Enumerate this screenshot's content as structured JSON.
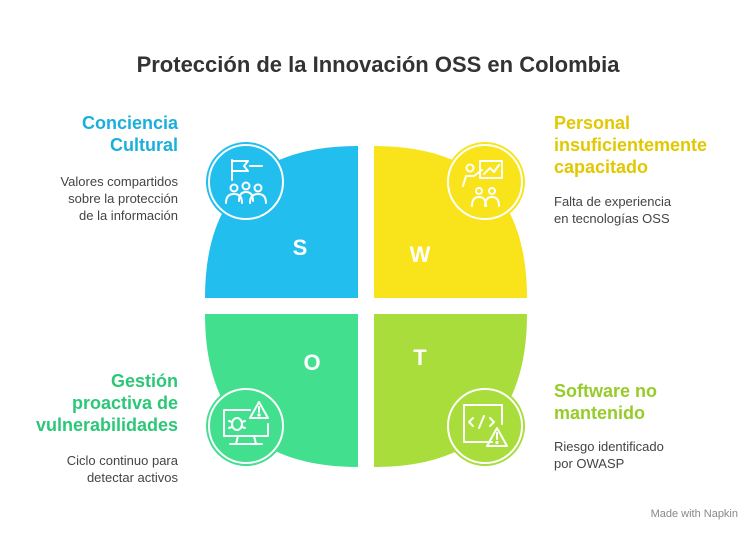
{
  "title": "Protección de la Innovación OSS en Colombia",
  "quadrants": {
    "s": {
      "letter": "S",
      "heading_line1": "Conciencia",
      "heading_line2": "Cultural",
      "desc_line1": "Valores compartidos",
      "desc_line2": "sobre la protección",
      "desc_line3": "de la información",
      "color": "#22BEEE",
      "heading_color": "#1BAFDC",
      "icon": "team-flag-icon"
    },
    "w": {
      "letter": "W",
      "heading_line1": "Personal",
      "heading_line2": "insuficientemente",
      "heading_line3": "capacitado",
      "desc_line1": "Falta de experiencia",
      "desc_line2": "en tecnologías OSS",
      "color": "#F9E31B",
      "heading_color": "#E2C800",
      "icon": "training-presentation-icon"
    },
    "o": {
      "letter": "O",
      "heading_line1": "Gestión",
      "heading_line2": "proactiva de",
      "heading_line3": "vulnerabilidades",
      "desc_line1": "Ciclo continuo para",
      "desc_line2": "detectar activos",
      "color": "#42DF8F",
      "heading_color": "#2BC877",
      "icon": "bug-monitor-warning-icon"
    },
    "t": {
      "letter": "T",
      "heading_line1": "Software no",
      "heading_line2": "mantenido",
      "desc_line1": "Riesgo identificado",
      "desc_line2": "por OWASP",
      "color": "#A8DD3B",
      "heading_color": "#96CC2A",
      "icon": "code-warning-icon"
    }
  },
  "watermark": "Made with  Napkin"
}
